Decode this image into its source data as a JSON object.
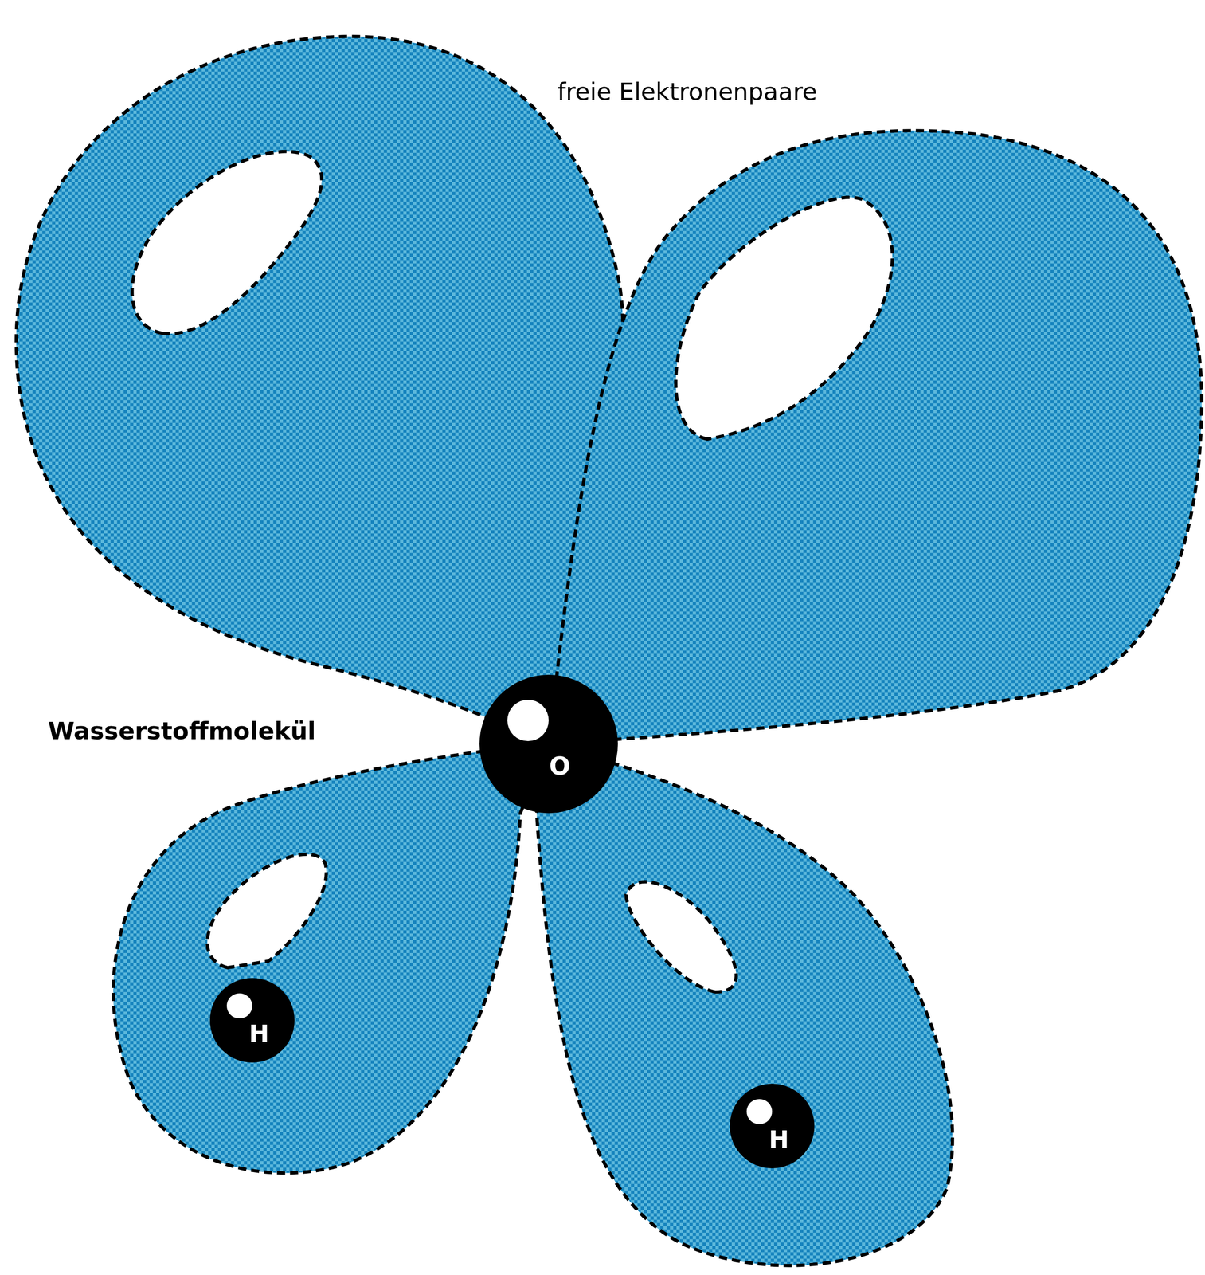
{
  "diagram": {
    "nodes": [
      {
        "text": [
          "O"
        ]
      },
      {
        "text": [
          "H"
        ]
      },
      {
        "text": [
          "H"
        ]
      }
    ],
    "labels": [
      "freie Elektronenpaare",
      "Wasserstoffmolekül"
    ]
  }
}
